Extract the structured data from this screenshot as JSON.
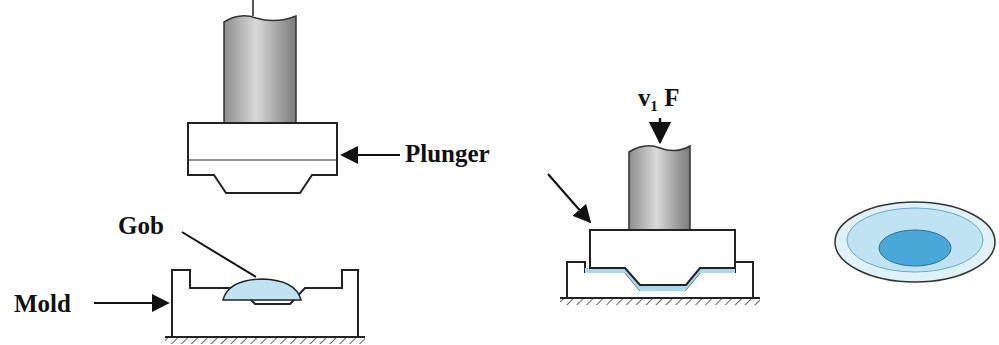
{
  "diagram": {
    "labels": [
      "Gob",
      "Mold",
      "Plunger",
      "v₁ F"
    ]
  }
}
